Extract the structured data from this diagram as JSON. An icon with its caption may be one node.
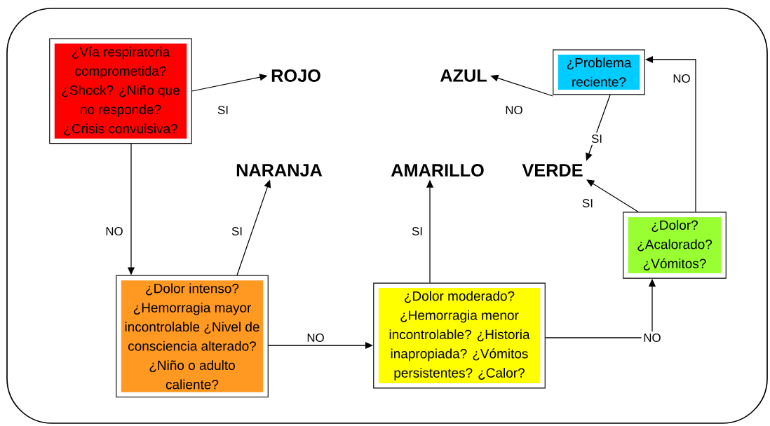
{
  "diagram": {
    "nodes": [
      {
        "text": [
          "¿Vía respiratoria comprometida? ¿Shock? ¿Niño que no responde? ¿Crisis convulsiva?"
        ]
      },
      {
        "text": [
          "ROJO"
        ]
      },
      {
        "text": [
          "NARANJA"
        ]
      },
      {
        "text": [
          "AMARILLO"
        ]
      },
      {
        "text": [
          "AZUL"
        ]
      },
      {
        "text": [
          "¿Problema reciente?"
        ]
      },
      {
        "text": [
          "VERDE"
        ]
      },
      {
        "text": [
          "¿Dolor intenso? ¿Hemorragia mayor incontrolable ¿Nivel de consciencia alterado? ¿Niño o adulto caliente?"
        ]
      },
      {
        "text": [
          "¿Dolor moderado? ¿Hemorragia menor incontrolable? ¿Historia inapropiada? ¿Vómitos persistentes? ¿Calor?"
        ]
      },
      {
        "text": [
          "¿Dolor? ¿Acalorado? ¿Vómitos?"
        ]
      }
    ],
    "edges": [
      {
        "from": 0,
        "to": 1,
        "arrow": "to",
        "label": "SI"
      },
      {
        "from": 0,
        "to": 7,
        "arrow": "to",
        "label": "NO"
      },
      {
        "from": 7,
        "to": 2,
        "arrow": "to",
        "label": "SI"
      },
      {
        "from": 7,
        "to": 8,
        "arrow": "to",
        "label": "NO"
      },
      {
        "from": 8,
        "to": 3,
        "arrow": "to",
        "label": "SI"
      },
      {
        "from": 8,
        "to": 9,
        "arrow": "to",
        "label": "NO"
      },
      {
        "from": 9,
        "to": 6,
        "arrow": "to",
        "label": "SI"
      },
      {
        "from": 9,
        "to": 5,
        "arrow": "to",
        "label": "NO"
      },
      {
        "from": 5,
        "to": 4,
        "arrow": "to",
        "label": "NO"
      },
      {
        "from": 5,
        "to": 6,
        "arrow": "to",
        "label": "SI"
      }
    ]
  }
}
